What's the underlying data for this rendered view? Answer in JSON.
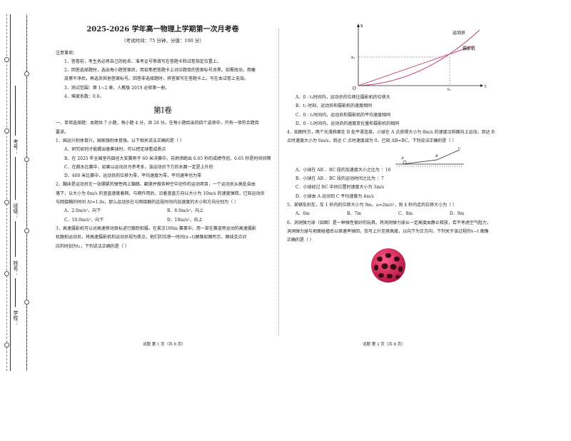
{
  "binding": {
    "label_school": "学校：",
    "label_name": "姓名：",
    "label_class": "班级：",
    "label_exam_no": "考号："
  },
  "page1": {
    "title": "2025-2026 学年高一物理上学期第一次月考卷",
    "subtitle": "（考试时间：75 分钟，分值：100 分）",
    "notes_heading": "注意事项：",
    "notes": [
      "1．答卷前，考生务必将自己的姓名、准考证号等填写在答题卡和试卷指定位置上。",
      "2．回答选择题时，选出每小题答案后，用铅笔把答题卡上对应题目的答案标号涂黑。如需改动，用橡",
      "皮擦干净后，再选涂其他答案标号。回答非选择题时，将答案写在答题卡上。写在本试卷上无效。",
      "3．测试范围：第 1~2 章，人教版 2019 必修第一册。",
      "4．难度系数：0.6。"
    ],
    "section": "第Ⅰ卷",
    "intro": [
      "一、单项选择题：本题共 7 小题，每小题 4 分，共 28 分。在每小题给出的四个选项中，只有一项符合题目",
      "要求。"
    ],
    "q1": {
      "stem": "1．国运兴则体育兴，国家强则体育强。以下相关说法正确的是（      ）",
      "options": [
        "A．研究如何才能踢出香蕉球时，可以把足球看成质点",
        "B．在 2025 年全国室内田径大奖赛男子 60 米决赛中，苏炳添跑出 6.65 秒的成绩夺冠，6.65 秒是时间间隔",
        "C．在跳水比赛中，如果以运动员为参考系，该运动员下方的水面一定是上升的",
        "D．400 米比赛中，运动员的位移为零，平均速度为零，平均速率也为零"
      ]
    },
    "q2": {
      "stem": [
        "2．蹦床是运动员在一张绷紧的弹性网上蹦跳、翻滚并做各种空中动作的运动项目，一个运动员从高处自由",
        "落下，以大小为 8m/s 的竖直速度着网，与网作用后，沿着竖直方向以大小为 10m/s 的速度弹回，已知运动员",
        "与网接触的时间 Δt=1.0s，那么运动员在与网接触的这段时间内加速度的大小和方向分别为（      ）"
      ],
      "options": [
        "A．2.0m/s²，向下",
        "B．8.0m/s²，向上",
        "C．10.0m/s²，向下",
        "D．18m/s²，向上"
      ]
    },
    "q3": {
      "stem": [
        "3．高速摄影机可以对高速移动目标进行跟踪拍摄，在某次100m 赛事中，用一架在赛道旁运动的高速摄影",
        "机跟拍运动员，将高速摄影机和运动员视为质点，他们的位移一时间(x−t)图像如图所示，图线交点对",
        "应的时刻为t₁，下列说法正确的是（      ）"
      ]
    },
    "footer": "试题  第 1 页（共 8 页）"
  },
  "page2": {
    "graph": {
      "axis_x": "t",
      "axis_y": "x",
      "label_runner": "运动员",
      "label_camera": "摄影机",
      "label_origin": "O",
      "label_x1": "x₁",
      "label_t1": "t₁"
    },
    "q3_options": [
      "A．0 - t₁时间内，运动员的位移比摄影机的位移大",
      "B．t₁ 时刻，运动员和摄影机的速度相同",
      "C．0 - t₁时间内，运动员和摄影机的平均速度相同",
      "D．0 - t₁时间内，运动员的速度变化量和摄影机的相同"
    ],
    "q4": {
      "stem": [
        "4．如图所示，两个光滑斜面在 B 处平滑连接，小球在 A 点获得大小为 8m/s 的速度沿斜面向上运动，到达 B",
        "点时速度大小为 6m/s，到达 C 点时速度减为 0，已知 AB=BC，下列说法正确的是（      ）"
      ],
      "fig_a": "A",
      "fig_b": "B",
      "fig_c": "C",
      "options": [
        "A．小球在 AB 、BC 段的加速度大小之比为   ：16",
        "B．小球在 AB 、BC 段的运动时间之比为    ：7",
        "C．小球经过 BC 中间位置时速度大小为 3m/s",
        "D．小球由 A 运动到 C 平均速度为 4m/s"
      ]
    },
    "q5": {
      "stem": "5．某辆车刹车，车 1 秒内的位移大小为 9m，a=2m/s²，则 4 秒内走的位移大小为（      ）",
      "options": [
        "A．6m",
        "B．7m",
        "C．8m",
        "D．9m"
      ]
    },
    "q6": {
      "stem": [
        "6．洞洞弹力球（如图）是一种弹性很好的玩具。将洞洞弹力球从一定高度由静止释放，若不考虑空气阻力，",
        "洞洞弹力球与地面碰撞后以原速率弹回，恰可上升至原高度，以向下为正方向，下列关于该过程的v−t 图像",
        "正确的是（      ）"
      ]
    },
    "footer": "试题  第 2 页（共 8 页）",
    "colors": {
      "ball": "#d8174e",
      "ball_hole": "#3a0a18"
    }
  }
}
